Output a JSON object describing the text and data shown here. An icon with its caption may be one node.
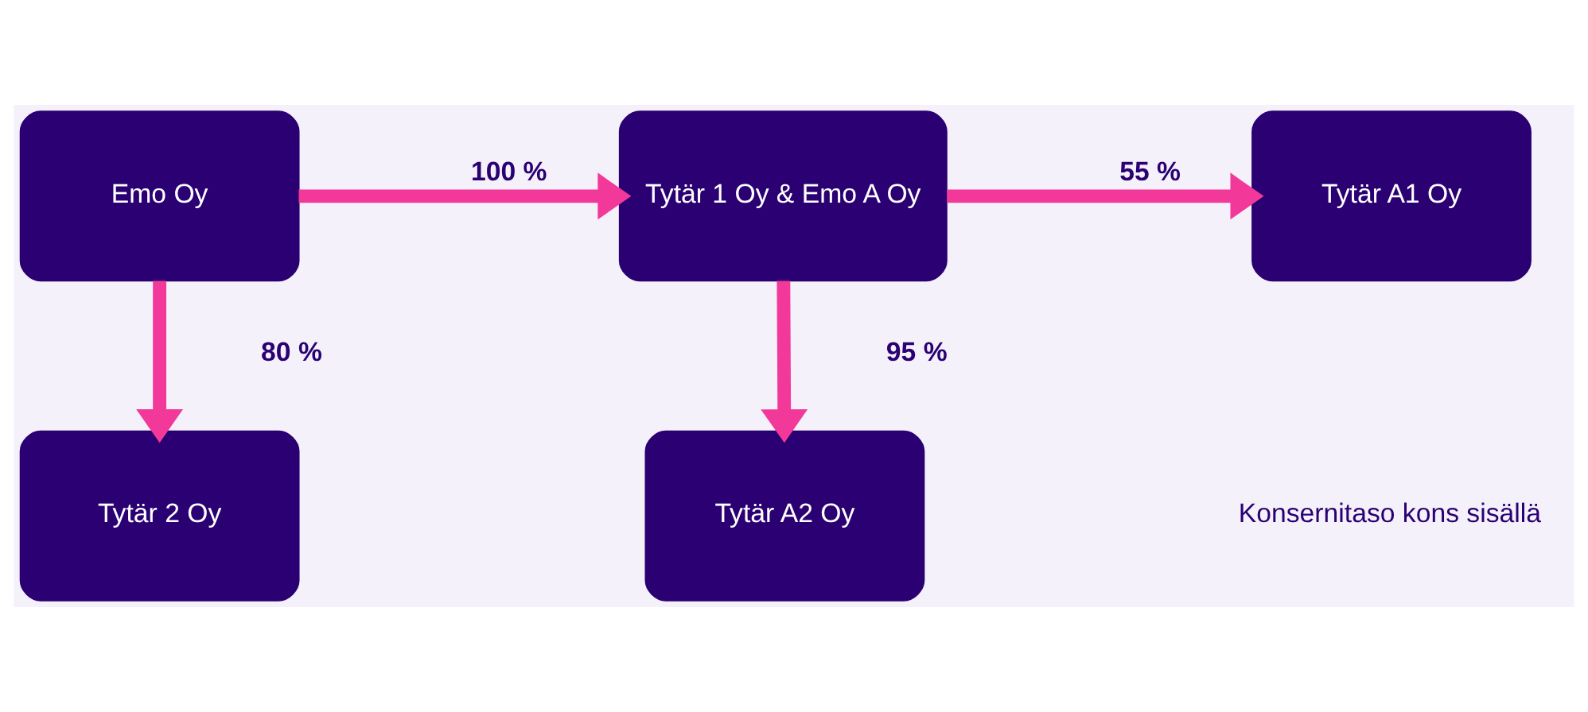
{
  "diagram": {
    "nodes": [
      {
        "text": [
          "Emo Oy"
        ]
      },
      {
        "text": [
          "Tytär 1 Oy & Emo A Oy"
        ]
      },
      {
        "text": [
          "Tytär A1 Oy"
        ]
      },
      {
        "text": [
          "Tytär 2 Oy"
        ]
      },
      {
        "text": [
          "Tytär A2 Oy"
        ]
      }
    ],
    "edges": [
      {
        "from": 0,
        "to": 1,
        "arrow": "to",
        "label": "100 %"
      },
      {
        "from": 1,
        "to": 2,
        "arrow": "to",
        "label": "55 %"
      },
      {
        "from": 0,
        "to": 3,
        "arrow": "to",
        "label": "80 %"
      },
      {
        "from": 1,
        "to": 4,
        "arrow": "to",
        "label": "95 %"
      }
    ],
    "labels": [
      "Konsernitaso kons sisällä"
    ]
  }
}
